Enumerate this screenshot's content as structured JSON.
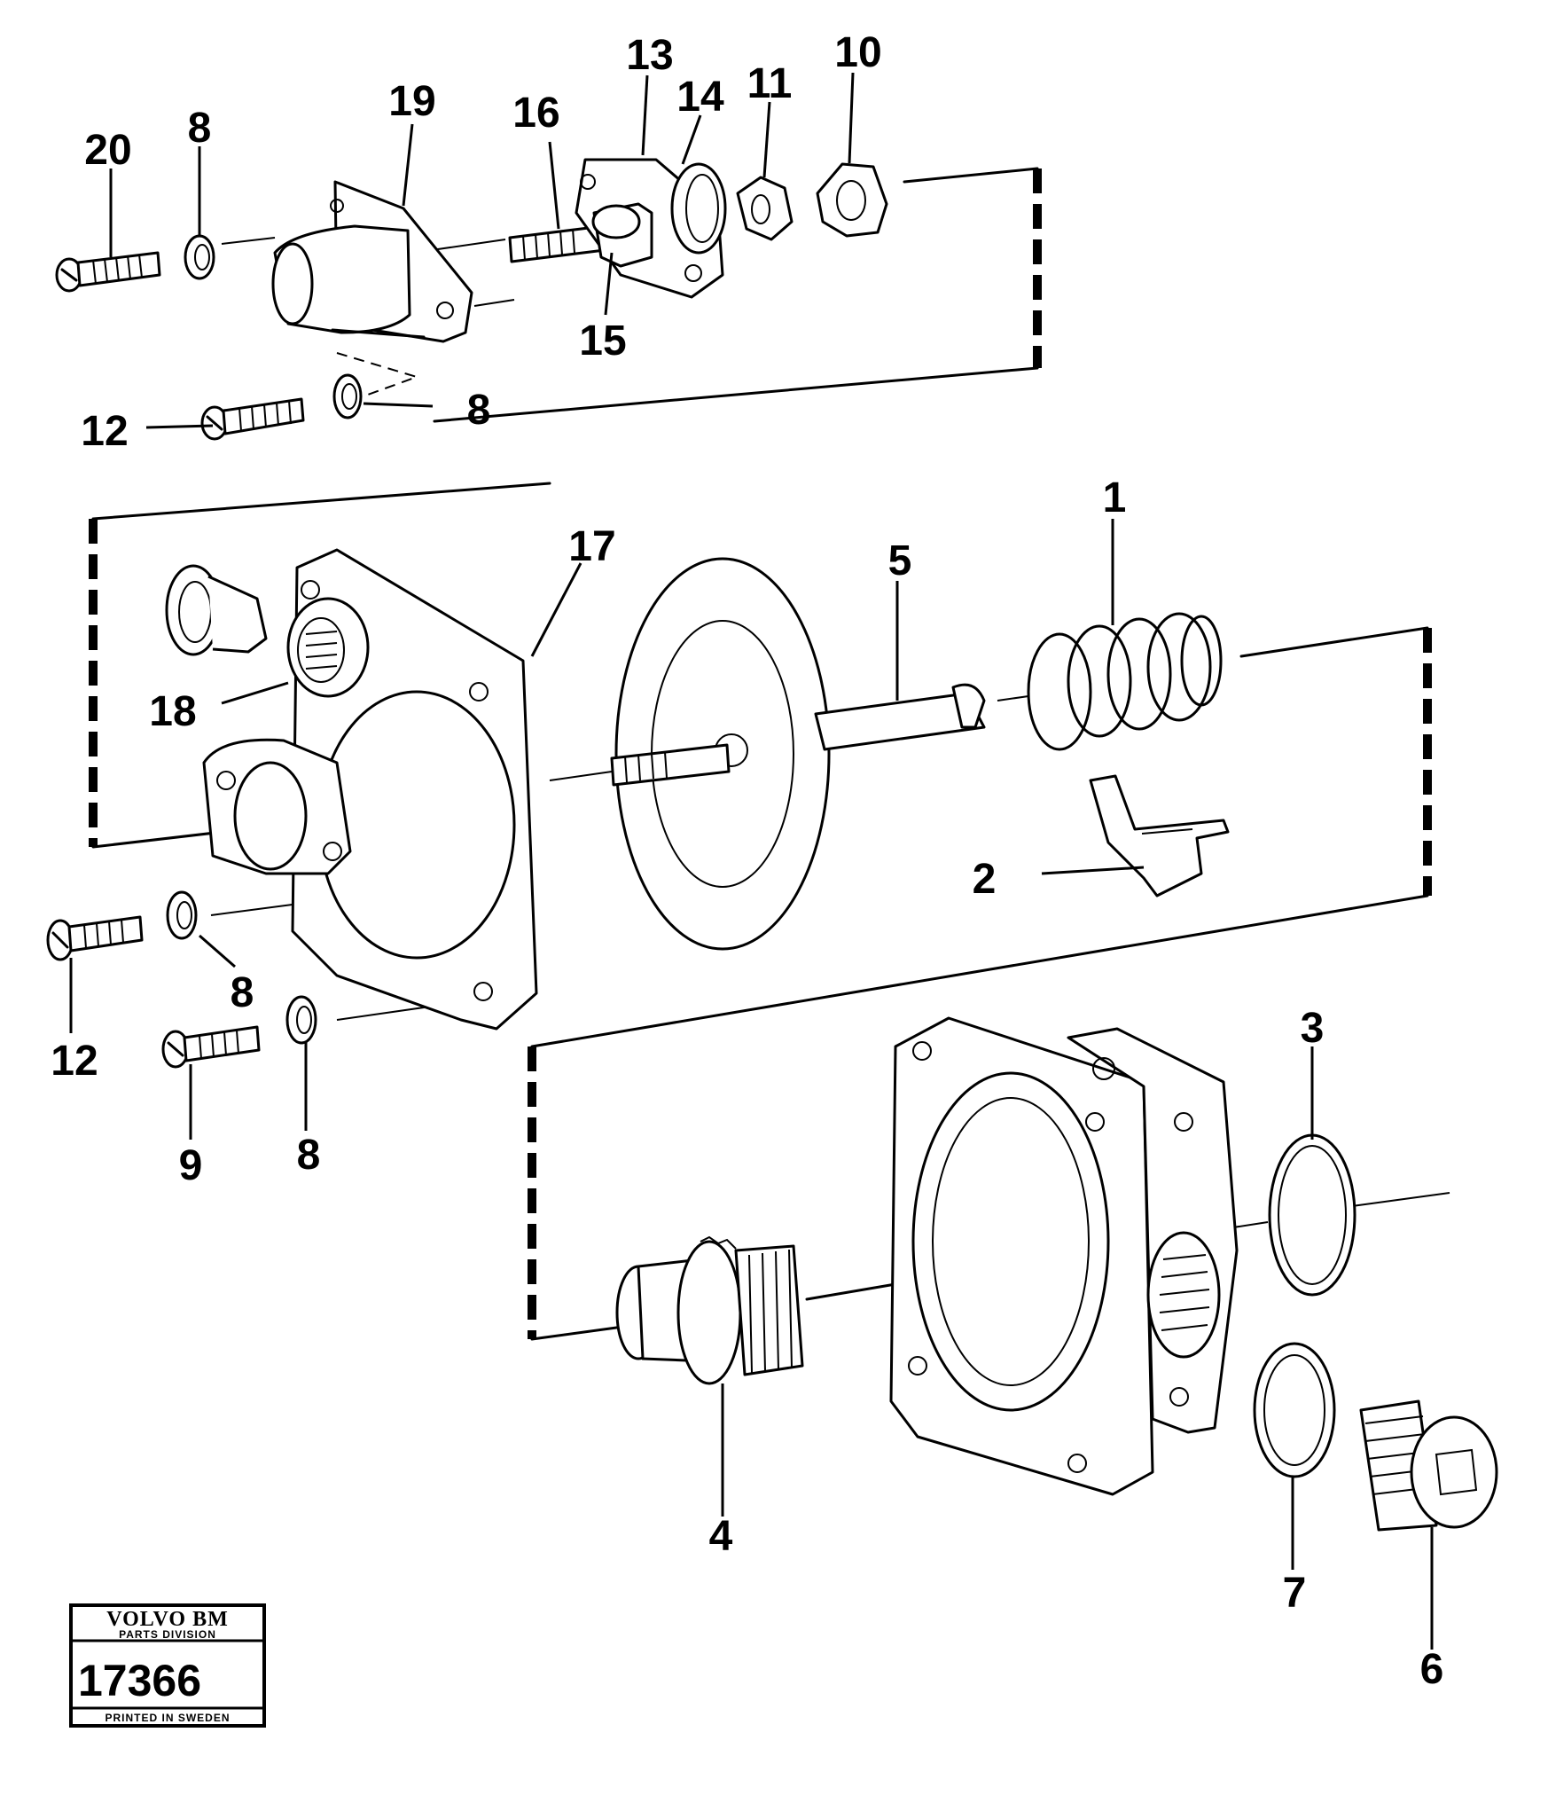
{
  "callouts": {
    "c1": "1",
    "c2": "2",
    "c3": "3",
    "c4": "4",
    "c5": "5",
    "c6": "6",
    "c7": "7",
    "c8a": "8",
    "c8b": "8",
    "c8c": "8",
    "c8d": "8",
    "c9": "9",
    "c10": "10",
    "c11": "11",
    "c12a": "12",
    "c12b": "12",
    "c13": "13",
    "c14": "14",
    "c15": "15",
    "c16": "16",
    "c17": "17",
    "c18": "18",
    "c19": "19",
    "c20": "20"
  },
  "stamp": {
    "brand": "VOLVO BM",
    "division": "PARTS DIVISION",
    "number": "17366",
    "printed": "PRINTED IN SWEDEN"
  }
}
